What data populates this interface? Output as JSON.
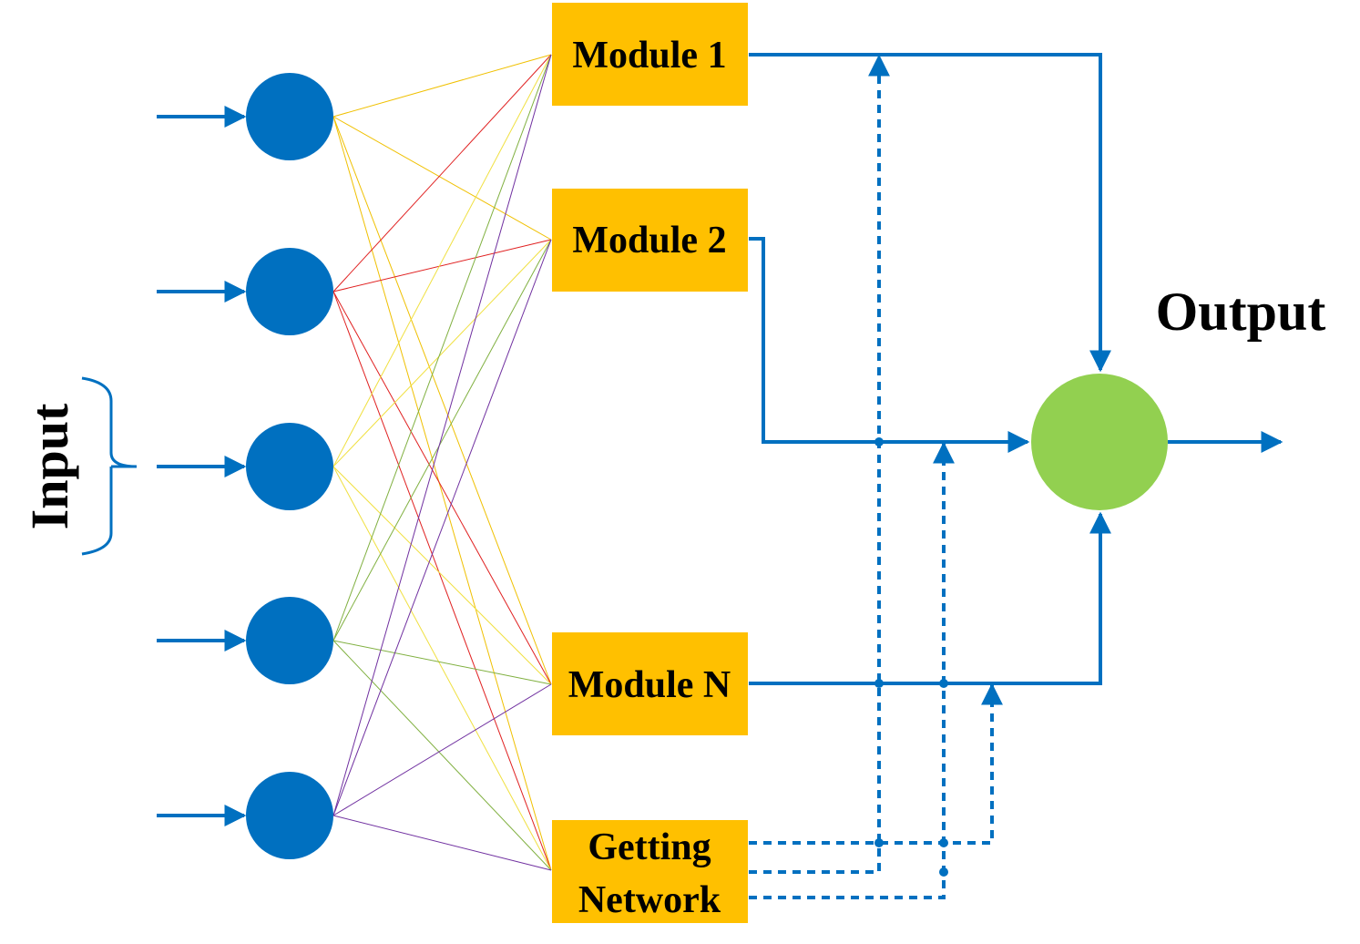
{
  "labels": {
    "input": "Input",
    "output": "Output",
    "module_1": "Module 1",
    "module_2": "Module 2",
    "module_n": "Module N",
    "gating_line1": "Getting",
    "gating_line2": "Network"
  },
  "colors": {
    "node_blue": "#0070c0",
    "output_green": "#92d050",
    "module_orange": "#ffc000",
    "arrow_blue": "#0070c0",
    "edge_colors": [
      "#f0c000",
      "#e02020",
      "#f0e040",
      "#80b040",
      "#7030a0"
    ]
  }
}
